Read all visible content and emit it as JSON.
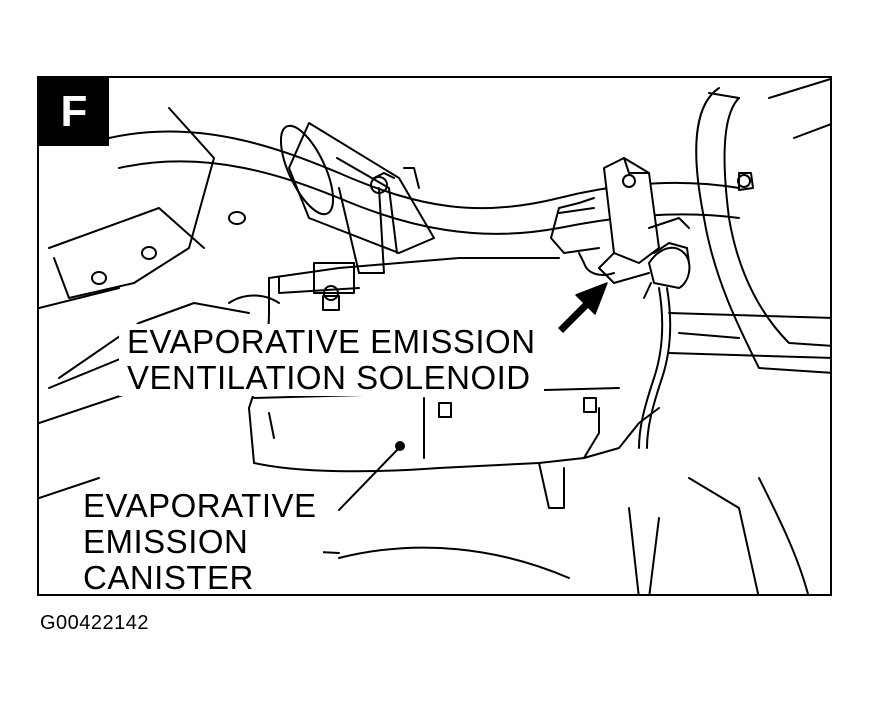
{
  "figure": {
    "panel_letter": "F",
    "figure_id": "G00422142"
  },
  "labels": {
    "solenoid": [
      "EVAPORATIVE EMISSION",
      "VENTILATION SOLENOID"
    ],
    "canister": [
      "EVAPORATIVE",
      "EMISSION",
      "CANISTER"
    ]
  },
  "style": {
    "ink": "#000000",
    "paper": "#ffffff"
  }
}
